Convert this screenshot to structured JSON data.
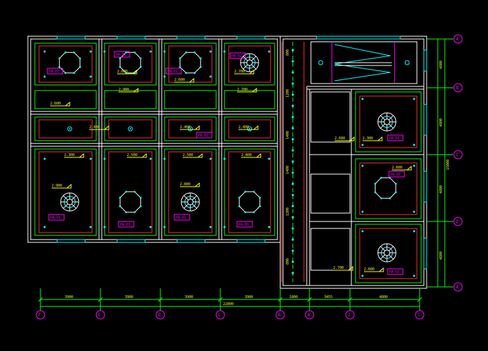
{
  "drawing": {
    "grid_right": [
      "A",
      "B",
      "C",
      "D",
      "A"
    ],
    "grid_bottom": [
      "F",
      "E",
      "D",
      "C",
      "B",
      "A",
      "2",
      "1"
    ],
    "dims_bottom": [
      "3900",
      "3900",
      "3900",
      "3900",
      "1800",
      "3455",
      "4800"
    ],
    "dim_total": "22800",
    "dims_right": [
      "4800",
      "4800",
      "4800",
      "4800"
    ],
    "dim_right_total": "15000",
    "tags": [
      "PA-01",
      "PA-01",
      "PA-01",
      "PA-02",
      "PA-02",
      "PA-01",
      "PA-01",
      "PA-01",
      "PA-01",
      "PA-01"
    ],
    "ceiling_heights": [
      "2.600",
      "2.600",
      "2.600",
      "2.700",
      "2.900",
      "2.700",
      "2.400",
      "2.400",
      "2.400",
      "2.300",
      "2.500",
      "2.500",
      "2.800",
      "2.900",
      "2.800",
      "2.300"
    ],
    "corridor_dims": [
      "800",
      "1200",
      "1400",
      "1400",
      "1200",
      "800"
    ],
    "colors": {
      "wall": "#ffffff",
      "green": "#00ff00",
      "red": "#ff2a2a",
      "cyan": "#00ffff",
      "magenta": "#ff00ff",
      "yellow": "#ffff00",
      "axis": "#ffff00",
      "bubble": "#ff00ff"
    }
  }
}
